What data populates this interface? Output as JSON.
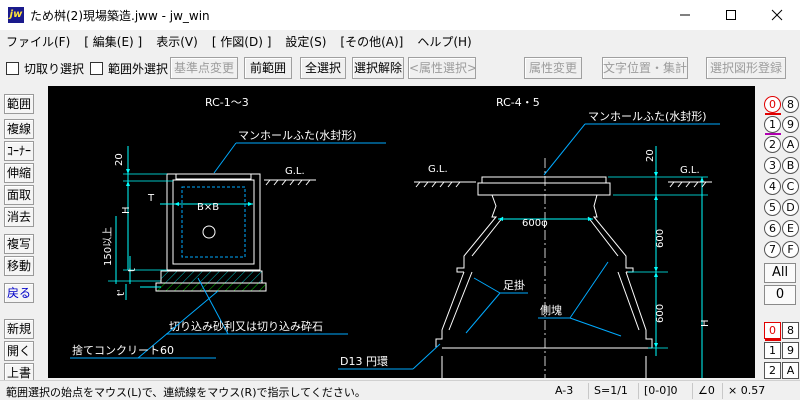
{
  "window": {
    "title": "ため桝(2)現場築造.jww - jw_win",
    "logo_text": "jw"
  },
  "menu": [
    "ファイル(F)",
    "[ 編集(E) ]",
    "表示(V)",
    "[ 作図(D) ]",
    "設定(S)",
    "[その他(A)]",
    "ヘルプ(H)"
  ],
  "toolbar": {
    "check_cut": "切取り選択",
    "check_outside": "範囲外選択",
    "btn_base_change": "基準点変更",
    "btn_prev_range": "前範囲",
    "btn_select_all": "全選択",
    "btn_deselect": "選択解除",
    "btn_attr_select": "<属性選択>",
    "btn_attr_change": "属性変更",
    "btn_text_pos": "文字位置・集計",
    "btn_register": "選択図形登録"
  },
  "left_panel": [
    "範囲",
    "複線",
    "ｺｰﾅｰ",
    "伸縮",
    "面取",
    "消去",
    "複写",
    "移動",
    "戻る",
    "新規",
    "開く",
    "上書"
  ],
  "drawing": {
    "left_title": "RC-1～3",
    "right_title": "RC-4・5",
    "left_cover_label": "マンホールふた(水封形)",
    "right_cover_label": "マンホールふた(水封形)",
    "gl_label_left": "G.L.",
    "gl_label_mid": "G.L.",
    "gl_label_right": "G.L.",
    "dim_20_left": "20",
    "dim_20_right": "20",
    "dim_h_left": "H",
    "dim_t_top": "T",
    "dim_b": "B×B",
    "dim_150": "150以上",
    "dim_t_small": "t",
    "dim_t_bottom": "t'",
    "gravel_label": "切り込み砂利又は切り込み砕石",
    "concrete_label": "捨てコンクリート60",
    "dim_600_phi": "600φ",
    "dim_600_a": "600",
    "dim_600_b": "600",
    "dim_h_right": "H",
    "step_label": "足掛",
    "side_block_label": "側塊",
    "ring_label": "D13 円環"
  },
  "layers_top": [
    {
      "left": "0",
      "right": "8"
    },
    {
      "left": "1",
      "right": "9"
    },
    {
      "left": "2",
      "right": "A"
    },
    {
      "left": "3",
      "right": "B"
    },
    {
      "left": "4",
      "right": "C"
    },
    {
      "left": "5",
      "right": "D"
    },
    {
      "left": "6",
      "right": "E"
    },
    {
      "left": "7",
      "right": "F"
    }
  ],
  "layer_all_label": "All",
  "layer_zero_label": "0",
  "layers_bottom": [
    {
      "left": "0",
      "right": "8"
    },
    {
      "left": "1",
      "right": "9"
    },
    {
      "left": "2",
      "right": "A"
    }
  ],
  "statusbar": {
    "message": "範囲選択の始点をマウス(L)で、連続線をマウス(R)で指示してください。",
    "paper": "A-3",
    "scale": "S=1/1",
    "layer": "[0-0]0",
    "angle": "∠0",
    "factor": "× 0.57"
  },
  "colors": {
    "drawing_line": "#ffffff",
    "dimension": "#00ffff",
    "leader": "#00aaff",
    "hatch": "#00d000",
    "active_layer": "#e00000"
  }
}
